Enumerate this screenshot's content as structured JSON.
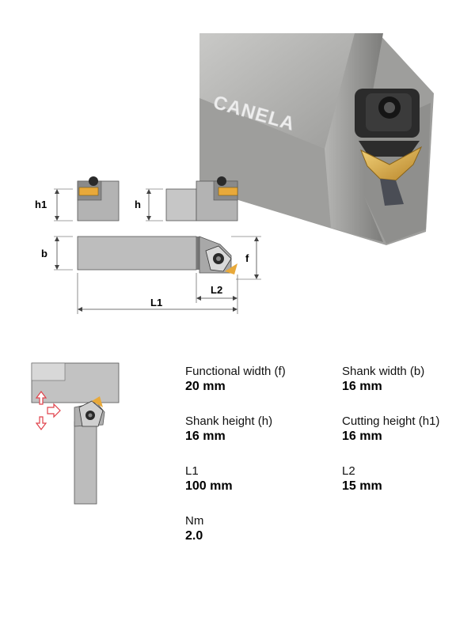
{
  "photo": {
    "brand": "CANELA"
  },
  "diagram": {
    "h1_label": "h1",
    "h_label": "h",
    "b_label": "b",
    "f_label": "f",
    "l1_label": "L1",
    "l2_label": "L2"
  },
  "specs": {
    "functional_width": {
      "label": "Functional width (f)",
      "value": "20 mm"
    },
    "shank_width": {
      "label": "Shank width (b)",
      "value": "16 mm"
    },
    "shank_height": {
      "label": "Shank height (h)",
      "value": "16 mm"
    },
    "cutting_height": {
      "label": "Cutting height (h1)",
      "value": "16 mm"
    },
    "l1": {
      "label": "L1",
      "value": "100 mm"
    },
    "l2": {
      "label": "L2",
      "value": "15 mm"
    },
    "nm": {
      "label": "Nm",
      "value": "2.0"
    }
  },
  "colors": {
    "steel": "#a7a7a7",
    "steel_dark": "#8b8b8b",
    "insert_gold": "#d9a43a",
    "arrow_red": "#e0414a"
  }
}
